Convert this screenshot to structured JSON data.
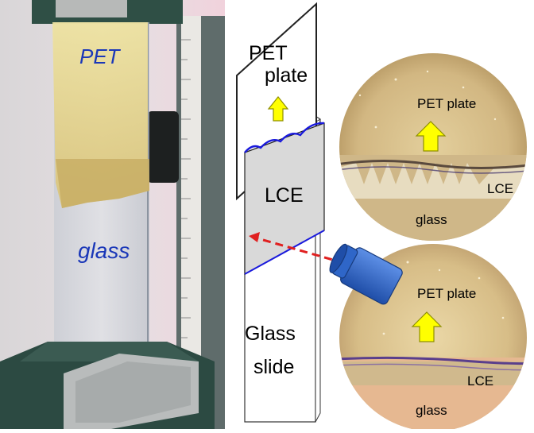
{
  "photo": {
    "pet_handwriting": "PET",
    "glass_handwriting": "glass"
  },
  "schematic": {
    "pet_plate_line1": "PET",
    "pet_plate_line2": "plate",
    "lce_label": "LCE",
    "glass_slide_line1": "Glass",
    "glass_slide_line2": "slide"
  },
  "micrographs": [
    {
      "pet_label": "PET plate",
      "lce_label": "LCE",
      "glass_label": "glass"
    },
    {
      "pet_label": "PET plate",
      "lce_label": "LCE",
      "glass_label": "glass"
    }
  ],
  "colors": {
    "arrow_fill": "#ffff00",
    "arrow_stroke": "#9a9a00",
    "lce_fill": "#d9d9d9",
    "interface_line": "#1a1adc",
    "laser_dash": "#e02020",
    "camera_body": "#2f66c8",
    "micro_bg": "#cdb47e"
  },
  "icons": [
    "camera-icon",
    "up-arrow-icon"
  ]
}
